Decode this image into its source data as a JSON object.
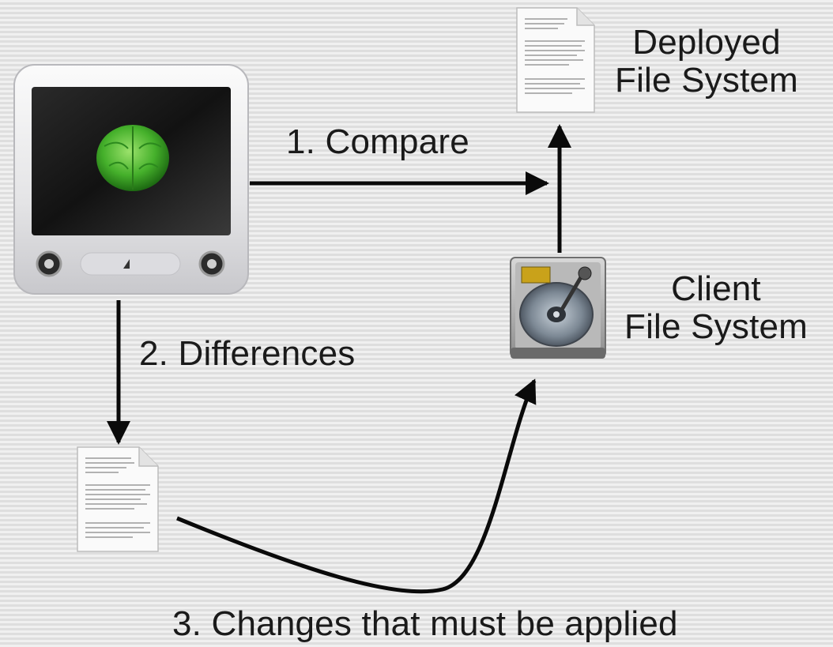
{
  "labels": {
    "deployed_fs": [
      "Deployed",
      "File System"
    ],
    "client_fs": [
      "Client",
      "File System"
    ],
    "compare": "1. Compare",
    "differences": "2. Differences",
    "changes": "3. Changes that must be applied"
  },
  "nodes": {
    "computer": "computer-with-brain",
    "deployed_doc": "document",
    "hard_drive": "hard-drive",
    "diff_doc": "document"
  },
  "colors": {
    "arrow": "#0a0a0a",
    "text": "#1a1a1a",
    "brain": "#3fae2a"
  }
}
